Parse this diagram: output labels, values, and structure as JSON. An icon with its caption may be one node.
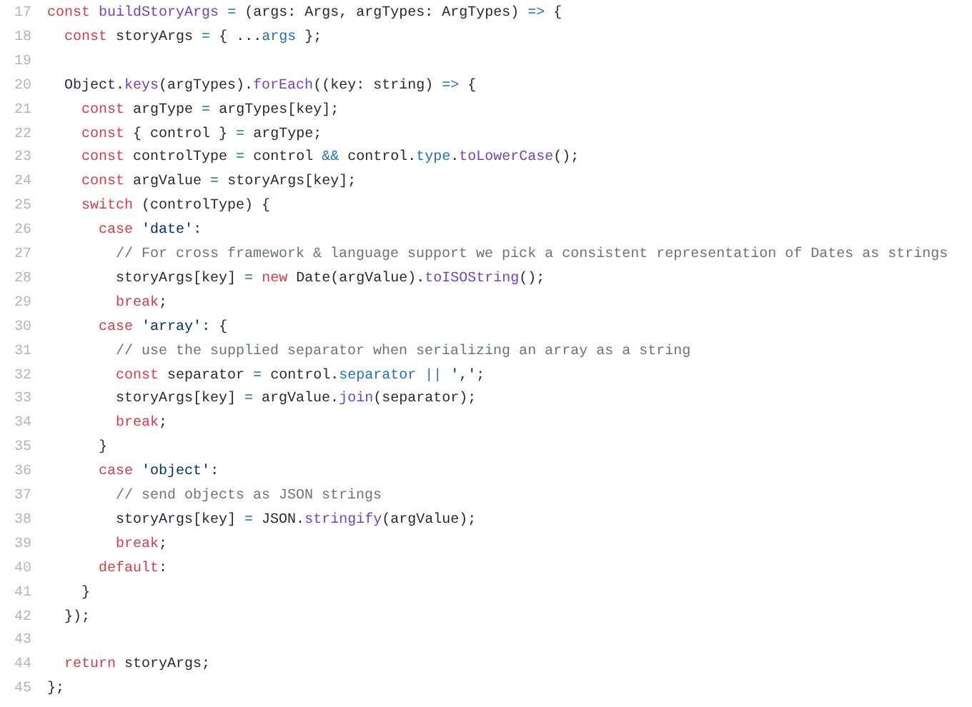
{
  "diagram": {
    "labels": [
      "17",
      "const buildStoryArgs = (args: Args, argTypes: ArgTypes) => {",
      "18",
      "  const storyArgs = { ...args };",
      "19",
      "20",
      "  Object.keys(argTypes).forEach((key: string) => {",
      "21",
      "    const argType = argTypes[key];",
      "22",
      "    const { control } = argType;",
      "23",
      "    const controlType = control && control.type.toLowerCase();",
      "24",
      "    const argValue = storyArgs[key];",
      "25",
      "    switch (controlType) {",
      "26",
      "      case 'date':",
      "27",
      "        // For cross framework & language support we pick a consistent representation of Dates as strings",
      "28",
      "        storyArgs[key] = new Date(argValue).toISOString();",
      "29",
      "        break;",
      "30",
      "      case 'array': {",
      "31",
      "        // use the supplied separator when serializing an array as a string",
      "32",
      "        const separator = control.separator || ',';",
      "33",
      "        storyArgs[key] = argValue.join(separator);",
      "34",
      "        break;",
      "35",
      "      }",
      "36",
      "      case 'object':",
      "37",
      "        // send objects as JSON strings",
      "38",
      "        storyArgs[key] = JSON.stringify(argValue);",
      "39",
      "        break;",
      "40",
      "      default:",
      "41",
      "    }",
      "42",
      "  });",
      "43",
      "44",
      "  return storyArgs;",
      "45",
      "};"
    ]
  }
}
